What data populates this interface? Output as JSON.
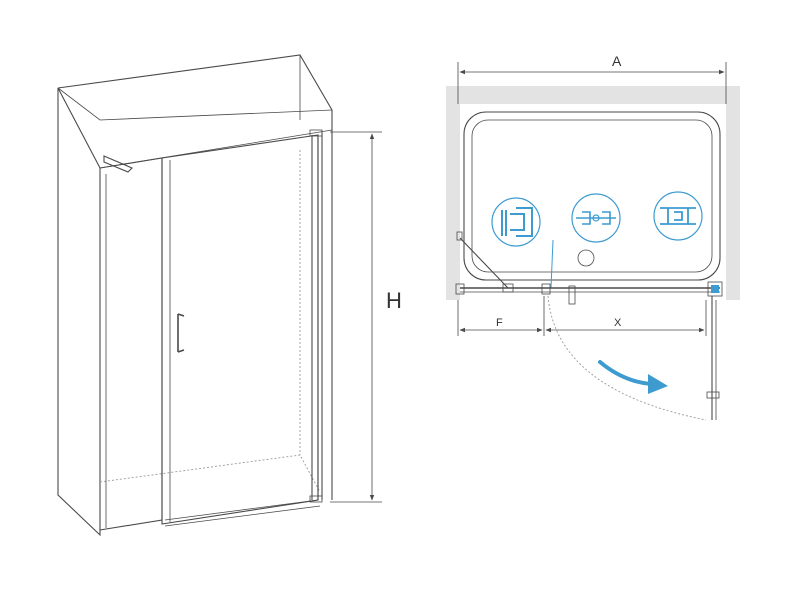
{
  "labels": {
    "height": "H",
    "width": "A",
    "fixed_width": "F",
    "door_width": "X"
  },
  "colors": {
    "line": "#4a4a4a",
    "wall": "#e3e3e3",
    "accent": "#3d9bd0"
  },
  "icons": [
    "wall-profile-detail-icon",
    "hinge-detail-icon",
    "door-profile-detail-icon",
    "door-swing-arrow-icon"
  ]
}
